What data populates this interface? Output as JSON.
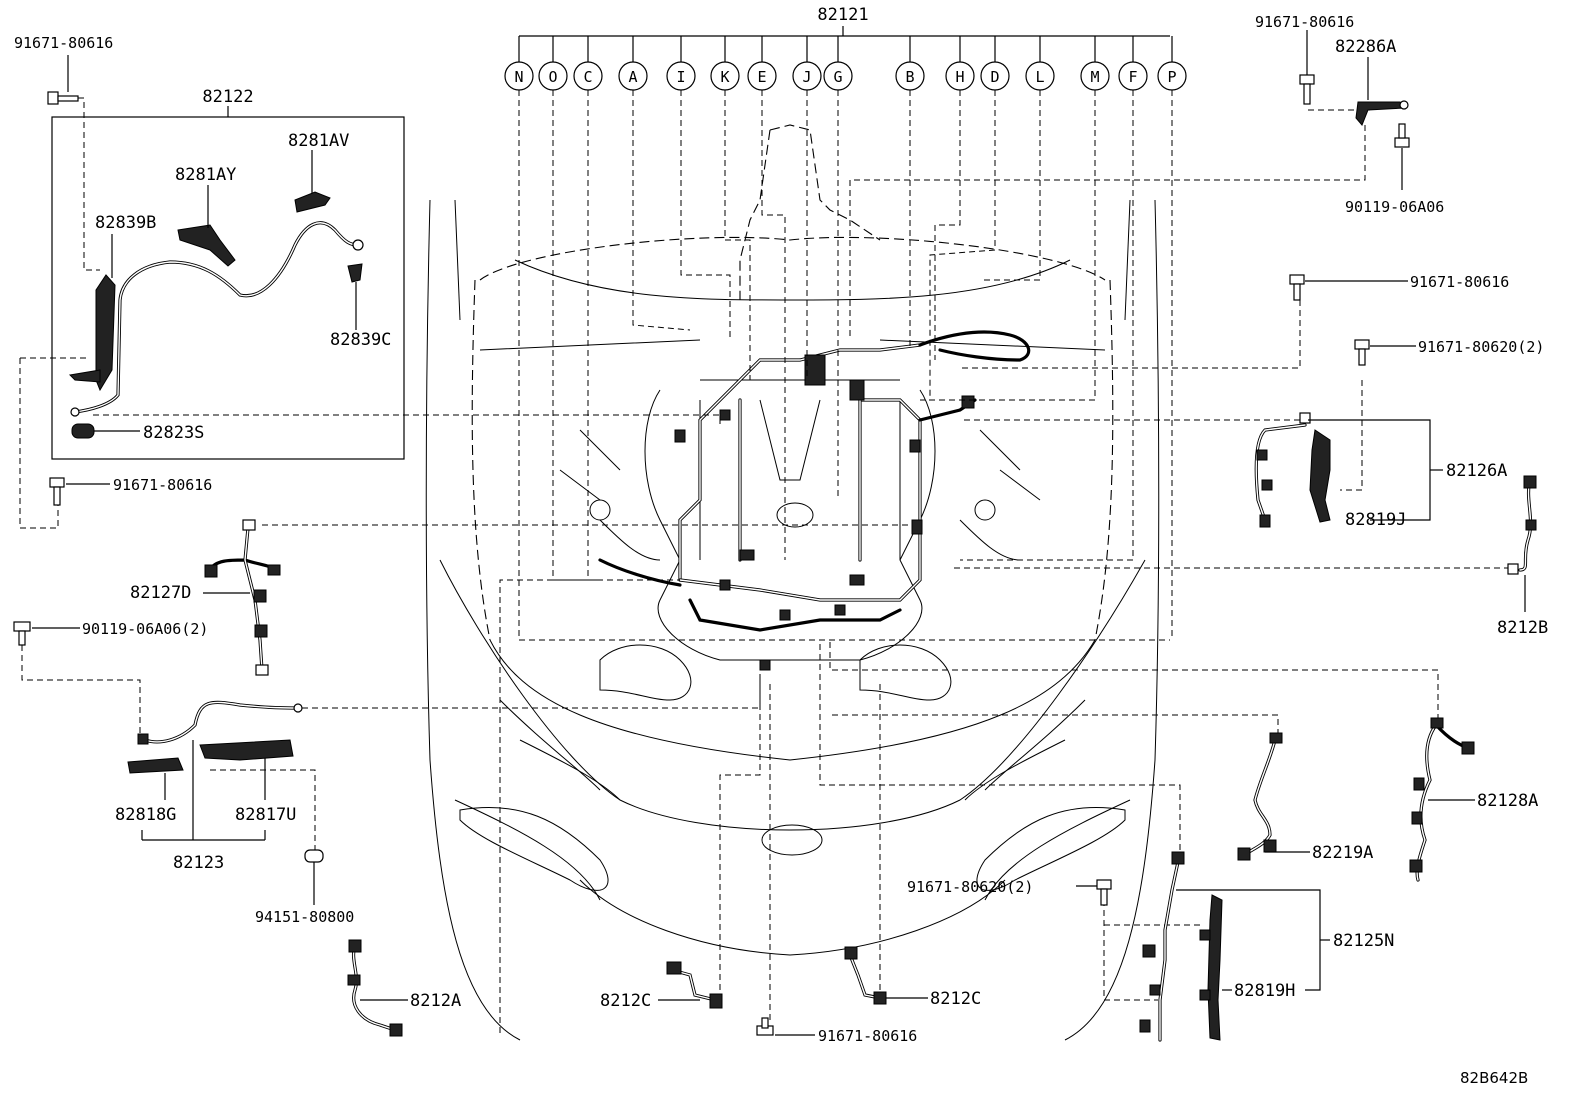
{
  "main_part": "82121",
  "ref_letters": [
    "N",
    "O",
    "C",
    "A",
    "I",
    "K",
    "E",
    "J",
    "G",
    "B",
    "H",
    "D",
    "L",
    "M",
    "F",
    "P"
  ],
  "labels": {
    "bolt_top_left": "91671-80616",
    "bolt_left_mid": "91671-80616",
    "bolt_top_right": "91671-80616",
    "bolt_right_upper": "91671-80616",
    "bolt_right_two": "91671-80620(2)",
    "bolt_lower_right": "91671-80620(2)",
    "bolt_bottom_center": "91671-80616",
    "bolt_left_90119": "90119-06A06(2)",
    "bolt_right_90119": "90119-06A06",
    "clip_94151": "94151-80800",
    "p82122": "82122",
    "p8281AV": "8281AV",
    "p8281AY": "8281AY",
    "p82839B": "82839B",
    "p82839C": "82839C",
    "p82823S": "82823S",
    "p82286A": "82286A",
    "p82126A": "82126A",
    "p82819J": "82819J",
    "p8212B": "8212B",
    "p82127D": "82127D",
    "p82818G": "82818G",
    "p82817U": "82817U",
    "p82123": "82123",
    "p82128A": "82128A",
    "p82219A": "82219A",
    "p82125N": "82125N",
    "p82819H": "82819H",
    "p8212A": "8212A",
    "p8212C_left": "8212C",
    "p8212C_right": "8212C",
    "drawing_code": "82B642B"
  }
}
